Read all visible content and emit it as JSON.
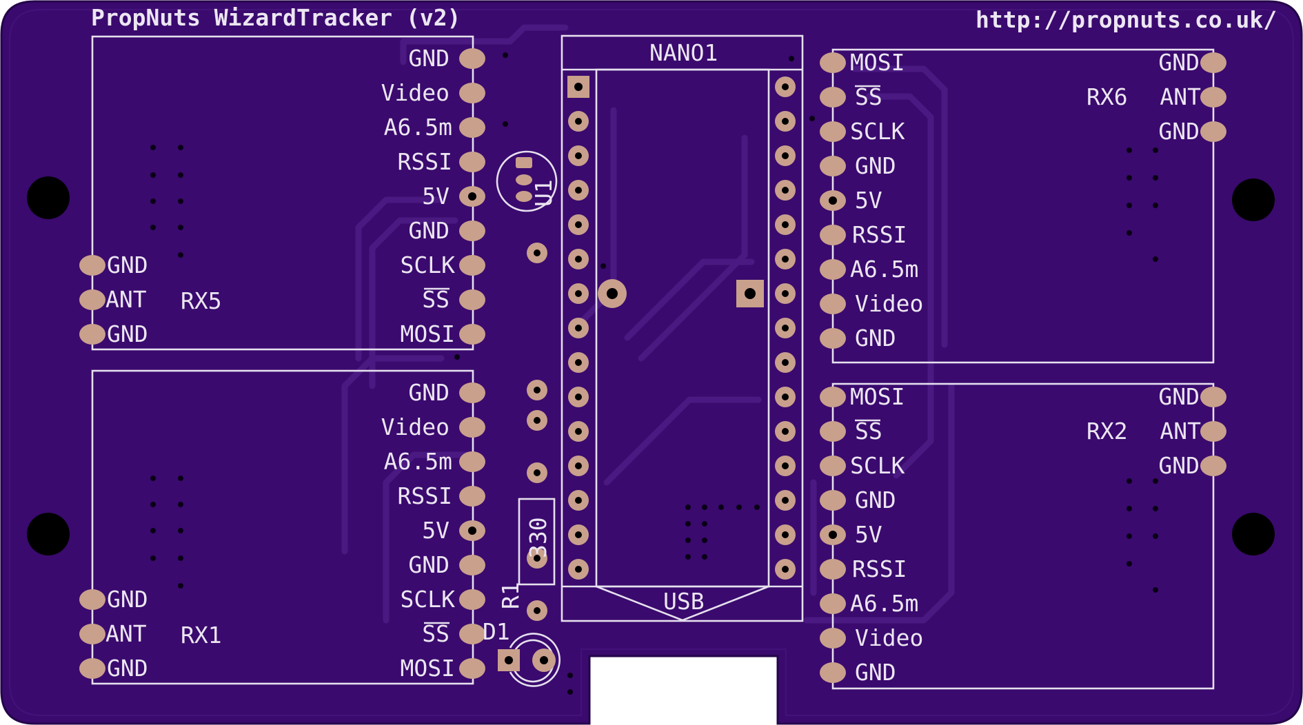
{
  "board": {
    "title": "PropNuts WizardTracker (v2)",
    "url": "http://propnuts.co.uk/",
    "colors": {
      "board": "#3a0a6e",
      "board_edge": "#24054a",
      "copper": "#c9a08c",
      "silkscreen": "#ece6f2",
      "trace": "#4a1a82"
    }
  },
  "receivers": [
    {
      "name": "RX5",
      "right_pins": [
        "GND",
        "Video",
        "A6.5m",
        "RSSI",
        "5V",
        "GND",
        "SCLK",
        "SS",
        "MOSI"
      ],
      "left_pins": [
        "GND",
        "ANT",
        "GND"
      ]
    },
    {
      "name": "RX1",
      "right_pins": [
        "GND",
        "Video",
        "A6.5m",
        "RSSI",
        "5V",
        "GND",
        "SCLK",
        "SS",
        "MOSI"
      ],
      "left_pins": [
        "GND",
        "ANT",
        "GND"
      ]
    },
    {
      "name": "RX6",
      "left_pins": [
        "MOSI",
        "SS",
        "SCLK",
        "GND",
        "5V",
        "RSSI",
        "A6.5m",
        "Video",
        "GND"
      ],
      "right_pins": [
        "GND",
        "ANT",
        "GND"
      ]
    },
    {
      "name": "RX2",
      "left_pins": [
        "MOSI",
        "SS",
        "SCLK",
        "GND",
        "5V",
        "RSSI",
        "A6.5m",
        "Video",
        "GND"
      ],
      "right_pins": [
        "GND",
        "ANT",
        "GND"
      ]
    }
  ],
  "components": {
    "nano": {
      "ref": "NANO1",
      "connector": "USB"
    },
    "u1": {
      "ref": "U1"
    },
    "r1": {
      "ref": "R1",
      "value": "330"
    },
    "d1": {
      "ref": "D1"
    }
  }
}
